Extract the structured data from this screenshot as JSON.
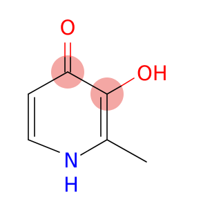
{
  "molecule": {
    "atom_labels": {
      "carbonyl_oxygen": "O",
      "hydroxyl": "OH",
      "ring_nitrogen": "N",
      "ring_hydrogen": "H"
    },
    "highlight_color": "#f4a7a4",
    "oxygen_color": "#ff0000",
    "nitrogen_color": "#0000ff",
    "bond_color": "#000000"
  }
}
